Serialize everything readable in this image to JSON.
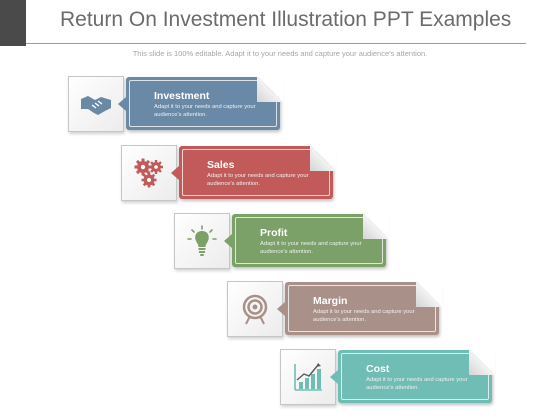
{
  "header": {
    "title": "Return On Investment Illustration PPT Examples",
    "subtitle": "This slide is 100% editable. Adapt it to your needs and capture your audience's attention."
  },
  "steps": [
    {
      "label": "Investment",
      "description": "Adapt it to your needs and capture your audience's attention.",
      "color": "#6a89a6",
      "icon": "handshake-icon"
    },
    {
      "label": "Sales",
      "description": "Adapt it to your needs and capture your audience's attention.",
      "color": "#c25a5a",
      "icon": "gears-icon"
    },
    {
      "label": "Profit",
      "description": "Adapt it to your needs and capture your audience's attention.",
      "color": "#7ba169",
      "icon": "lightbulb-icon"
    },
    {
      "label": "Margin",
      "description": "Adapt it to your needs and capture your audience's attention.",
      "color": "#a99089",
      "icon": "target-icon"
    },
    {
      "label": "Cost",
      "description": "Adapt it to your needs and capture your audience's attention.",
      "color": "#6fbdb5",
      "icon": "growth-chart-icon"
    }
  ]
}
